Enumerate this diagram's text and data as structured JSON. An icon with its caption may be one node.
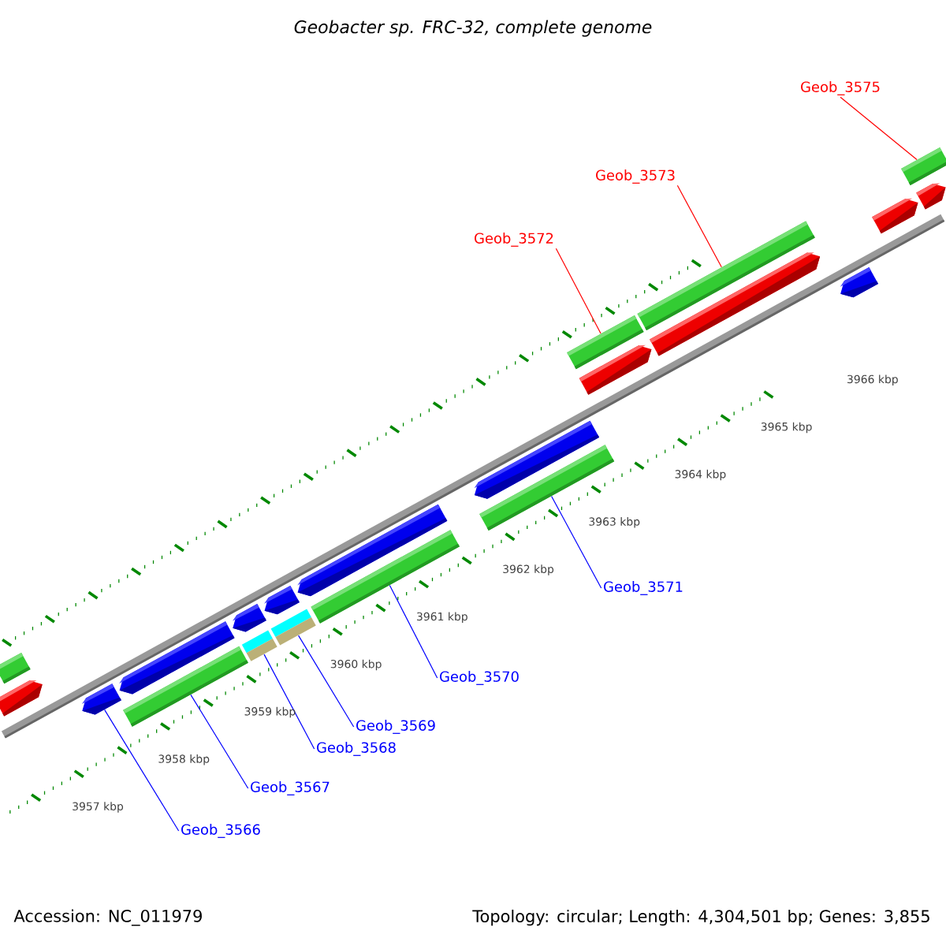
{
  "diagram": {
    "title": "Geobacter sp. FRC-32, complete genome",
    "nodes": [
      {
        "text": [
          "Geob_3575"
        ]
      },
      {
        "text": [
          "Geob_3573"
        ]
      },
      {
        "text": [
          "Geob_3572"
        ]
      },
      {
        "text": [
          "Geob_3571"
        ]
      },
      {
        "text": [
          "Geob_3570"
        ]
      },
      {
        "text": [
          "Geob_3569"
        ]
      },
      {
        "text": [
          "Geob_3568"
        ]
      },
      {
        "text": [
          "Geob_3567"
        ]
      },
      {
        "text": [
          "Geob_3566"
        ]
      },
      {
        "text": [],
        "shape": "bar"
      },
      {
        "text": [],
        "shape": "pentagon"
      },
      {
        "text": [],
        "shape": "pentagon"
      },
      {
        "text": [],
        "shape": "pentagon"
      },
      {
        "text": [],
        "shape": "bar"
      },
      {
        "text": [],
        "shape": "pentagon"
      },
      {
        "text": [],
        "shape": "bar"
      },
      {
        "text": [],
        "shape": "pentagon"
      },
      {
        "text": [],
        "shape": "bar"
      },
      {
        "text": [],
        "shape": "pentagon"
      },
      {
        "text": [],
        "shape": "bar"
      },
      {
        "text": [],
        "shape": "pentagon"
      },
      {
        "text": [],
        "shape": "bar"
      },
      {
        "text": [],
        "shape": "bar"
      },
      {
        "text": [],
        "shape": "pentagon"
      },
      {
        "text": [],
        "shape": "bar"
      },
      {
        "text": [],
        "shape": "pentagon"
      },
      {
        "text": [],
        "shape": "pentagon"
      },
      {
        "text": [],
        "shape": "pentagon"
      },
      {
        "text": [],
        "shape": "bar"
      },
      {
        "text": [],
        "shape": "pentagon"
      }
    ],
    "edges": [
      {
        "from": 0,
        "to": 28,
        "arrow": "none",
        "color": "#ff0000"
      },
      {
        "from": 1,
        "to": 24,
        "arrow": "none",
        "color": "#ff0000"
      },
      {
        "from": 2,
        "to": 22,
        "arrow": "none",
        "color": "#ff0000"
      },
      {
        "from": 3,
        "to": 21,
        "arrow": "none"
      },
      {
        "from": 4,
        "to": 19,
        "arrow": "none"
      },
      {
        "from": 5,
        "to": 17,
        "arrow": "none"
      },
      {
        "from": 6,
        "to": 15,
        "arrow": "none"
      },
      {
        "from": 7,
        "to": 13,
        "arrow": "none"
      },
      {
        "from": 8,
        "to": 11,
        "arrow": "none"
      }
    ],
    "labels": [
      "3966 kbp",
      "3965 kbp",
      "3964 kbp",
      "3963 kbp",
      "3962 kbp",
      "3961 kbp",
      "3960 kbp",
      "3959 kbp",
      "3958 kbp",
      "3957 kbp",
      "Accession: NC_011979",
      "Topology: circular; Length: 4,304,501 bp; Genes: 3,855"
    ]
  }
}
